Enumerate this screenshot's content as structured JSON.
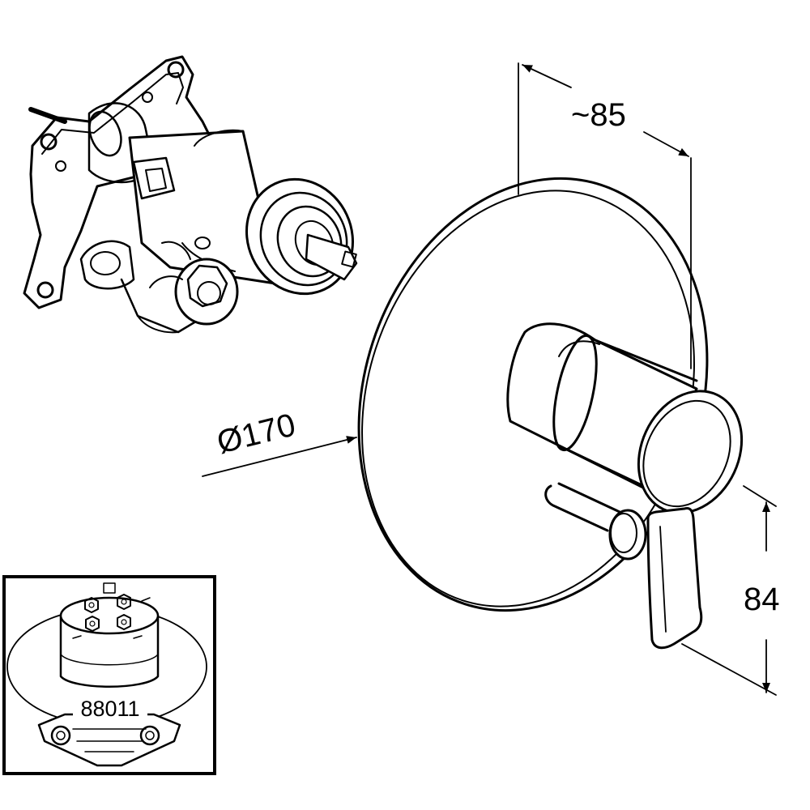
{
  "dimensions": {
    "depth_label": "~85",
    "diameter_label": "Ø170",
    "height_label": "84"
  },
  "inset": {
    "part_number": "88011"
  }
}
